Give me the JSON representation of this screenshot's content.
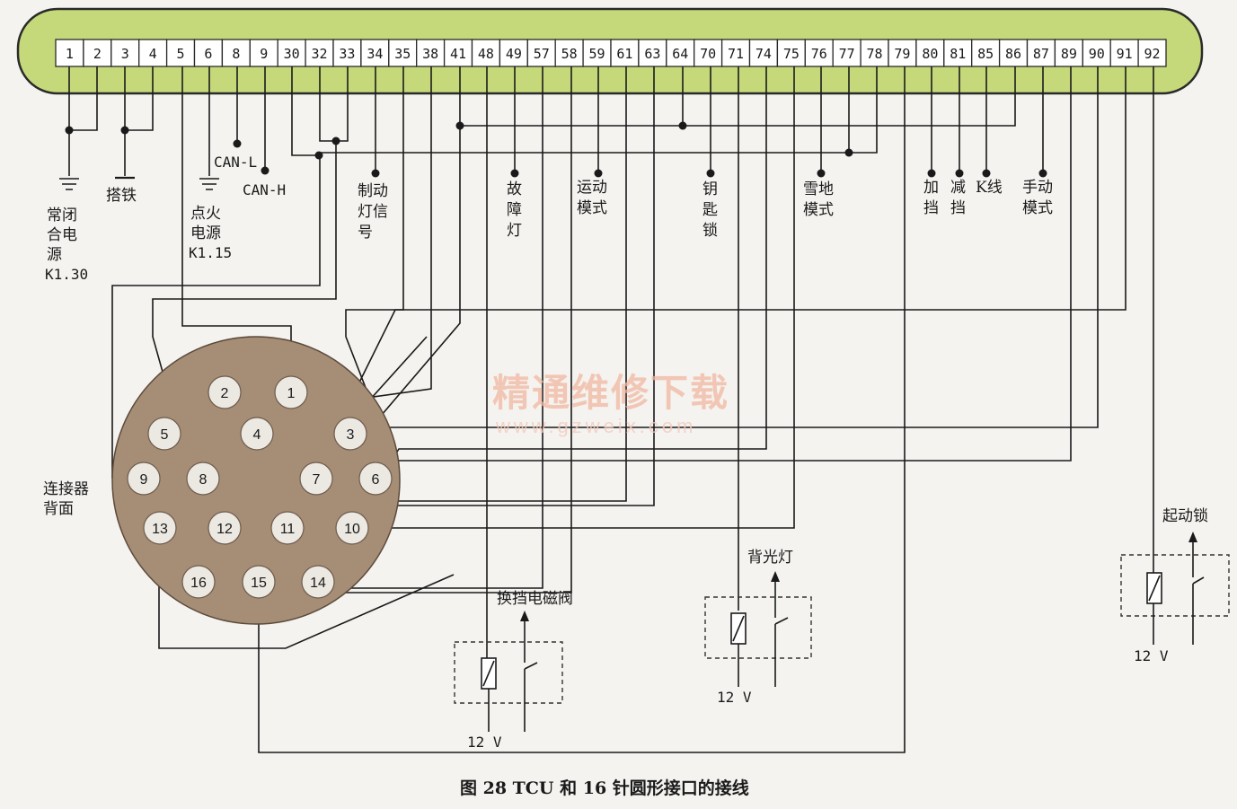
{
  "colors": {
    "connector_bar": "#c6d97a",
    "connector_outline": "#2a2a2a",
    "pin_box": "#ffffff",
    "round_connector": "#a58d76",
    "pin_circle": "#ece8e2",
    "watermark": "#f2b8a0"
  },
  "tcu_pins": [
    "1",
    "2",
    "3",
    "4",
    "5",
    "6",
    "8",
    "9",
    "30",
    "32",
    "33",
    "34",
    "35",
    "38",
    "41",
    "48",
    "49",
    "57",
    "58",
    "59",
    "61",
    "63",
    "64",
    "70",
    "71",
    "74",
    "75",
    "76",
    "77",
    "78",
    "79",
    "80",
    "81",
    "85",
    "86",
    "87",
    "89",
    "90",
    "91",
    "92"
  ],
  "labels": {
    "normally_closed_1": "常闭",
    "normally_closed_2": "合电",
    "normally_closed_3": "源",
    "k130": "K1.30",
    "ground": "搭铁",
    "ignition_1": "点火",
    "ignition_2": "电源",
    "k115": "K1.15",
    "can_l": "CAN-L",
    "can_h": "CAN-H",
    "brake": [
      "制动",
      "灯信",
      "号"
    ],
    "fault": [
      "故",
      "障",
      "灯"
    ],
    "sport": [
      "运动",
      "模式"
    ],
    "key": [
      "钥",
      "匙",
      "锁"
    ],
    "snow": [
      "雪地",
      "模式"
    ],
    "up": [
      "加",
      "挡"
    ],
    "down": [
      "减",
      "挡"
    ],
    "kline": "K线",
    "manual": [
      "手动",
      "模式"
    ],
    "back_1": "连接器",
    "back_2": "背面",
    "solenoid": "换挡电磁阀",
    "backlight": "背光灯",
    "start_lock": "起动锁",
    "v12_a": "12 V",
    "v12_b": "12 V",
    "v12_c": "12 V"
  },
  "round_pins": [
    "1",
    "2",
    "3",
    "4",
    "5",
    "6",
    "7",
    "8",
    "9",
    "10",
    "11",
    "12",
    "13",
    "14",
    "15",
    "16"
  ],
  "watermark": {
    "cn": "精通维修下载",
    "url": "www.gzweix.com"
  },
  "caption": "图 28   TCU 和 16 针圆形接口的接线"
}
